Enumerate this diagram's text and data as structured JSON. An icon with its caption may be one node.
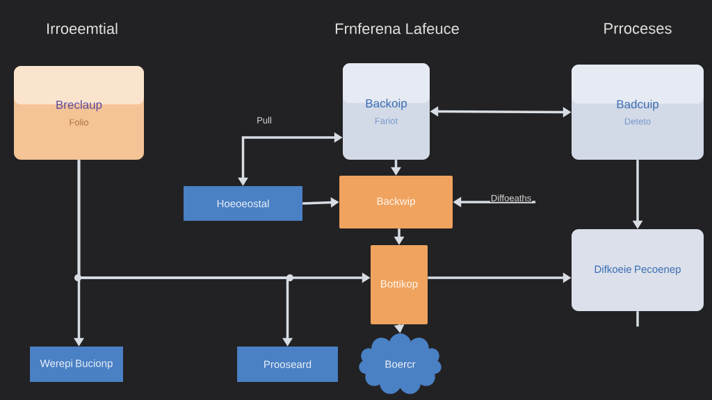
{
  "diagram": {
    "nodes": [
      {
        "text": [
          "Breclaup",
          "Folio"
        ]
      },
      {
        "text": [
          "Backoip",
          "Fariot"
        ]
      },
      {
        "text": [
          "Badcuip",
          "Deteto"
        ]
      },
      {
        "text": [
          "Hoeoeostal"
        ]
      },
      {
        "text": [
          "Backwip"
        ]
      },
      {
        "text": [
          "Bottikop"
        ]
      },
      {
        "text": [
          "Difkoeie Pecoenep"
        ]
      },
      {
        "text": [
          "Werepi Bucionp"
        ]
      },
      {
        "text": [
          "Prooseard"
        ]
      },
      {
        "text": [
          "Boercr"
        ]
      }
    ],
    "edges": [
      {
        "from": 3,
        "to": 1,
        "arrow": "both",
        "label": "Pull"
      },
      {
        "from": 3,
        "to": 4,
        "arrow": "to"
      },
      {
        "from": 1,
        "to": 2,
        "arrow": "both"
      },
      {
        "from": 1,
        "to": 4,
        "arrow": "to"
      },
      {
        "from": null,
        "to": 4,
        "arrow": "to",
        "label": "Diffoeaths"
      },
      {
        "from": 4,
        "to": 5,
        "arrow": "to"
      },
      {
        "from": 2,
        "to": 6,
        "arrow": "to"
      },
      {
        "from": 0,
        "to": 7,
        "arrow": "to"
      },
      {
        "from": 0,
        "to": 5,
        "arrow": "to"
      },
      {
        "from": 0,
        "to": 8,
        "arrow": "to"
      },
      {
        "from": 5,
        "to": 6,
        "arrow": "to"
      },
      {
        "from": 5,
        "to": 9,
        "arrow": "to"
      },
      {
        "from": 6,
        "to": null,
        "arrow": "none"
      }
    ],
    "labels": [
      "Irroeemtial",
      "Frnferena Lafeuce",
      "Prroceses"
    ]
  }
}
